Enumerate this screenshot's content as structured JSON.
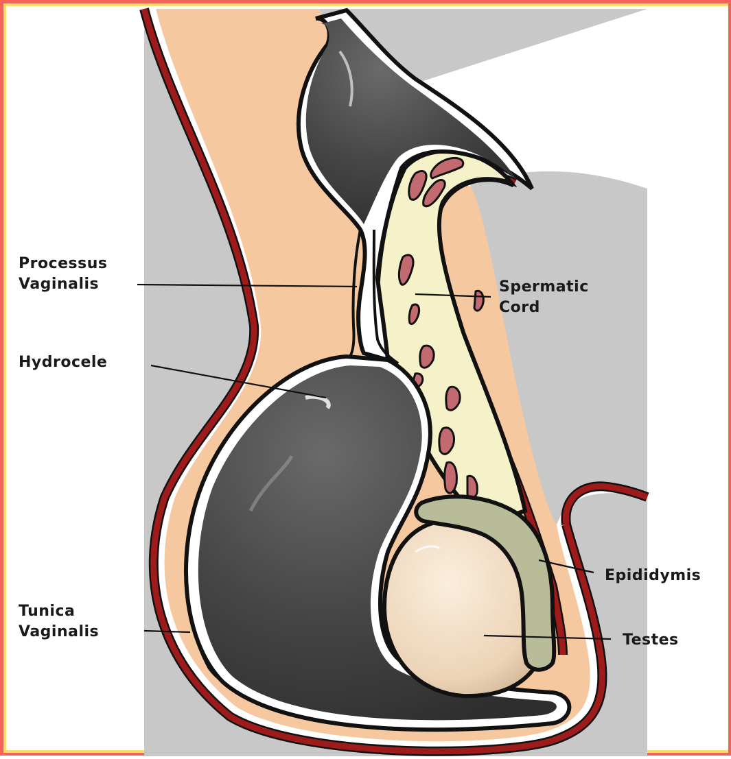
{
  "labels": {
    "processus_vaginalis": [
      "Processus",
      "Vaginalis"
    ],
    "spermatic_cord": [
      "Spermatic",
      "Cord"
    ],
    "hydrocele": "Hydrocele",
    "tunica_vaginalis": [
      "Tunica",
      "Vaginalis"
    ],
    "epididymis": "Epididymis",
    "testes": "Testes"
  },
  "colors": {
    "frame_outer": "#f0655a",
    "frame_inner": "#f3e06a",
    "background_gray": "#c8c8c8",
    "skin_wall": "#9e1b1b",
    "tissue_peach": "#f6c8a0",
    "fluid_dark": "#3f3f3f",
    "cord_cream": "#f5f1c8",
    "vessel_pink": "#c26a70",
    "epididymis_green": "#b9bc98",
    "testis_beige": "#eed8bf"
  }
}
